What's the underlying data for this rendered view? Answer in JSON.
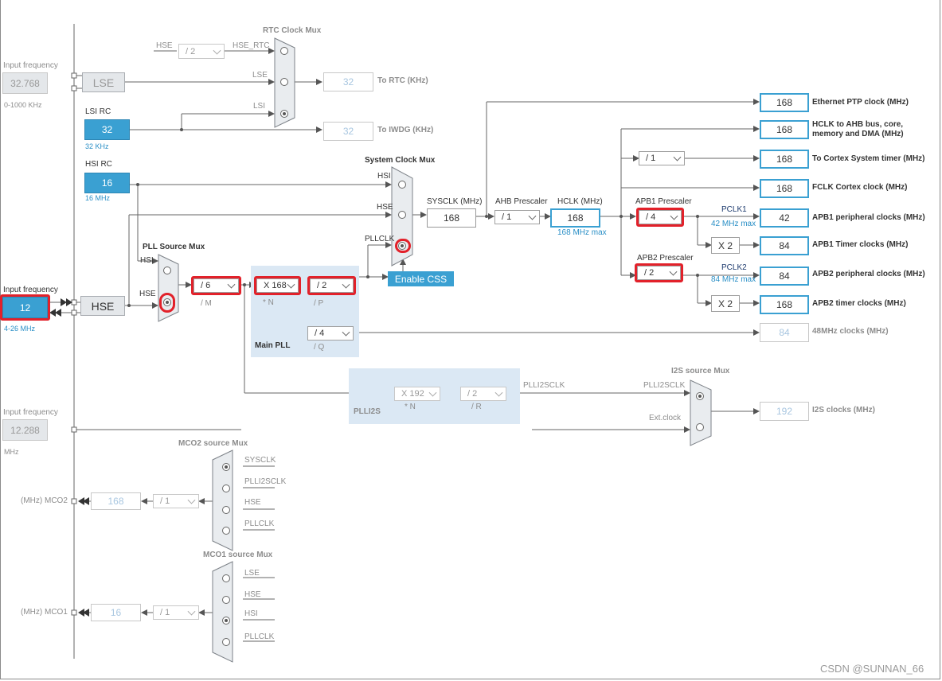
{
  "sources": {
    "lse_input_label": "Input frequency",
    "lse_input_value": "32.768",
    "lse_range": "0-1000 KHz",
    "lse_label": "LSE",
    "lsi_title": "LSI RC",
    "lsi_value": "32",
    "lsi_unit": "32 KHz",
    "hsi_title": "HSI RC",
    "hsi_value": "16",
    "hsi_unit": "16 MHz",
    "hse_input_label": "Input frequency",
    "hse_input_value": "12",
    "hse_range": "4-26 MHz",
    "hse_label": "HSE",
    "ext_input_label": "Input frequency",
    "ext_input_value": "12.288",
    "ext_unit": "MHz"
  },
  "rtc": {
    "title": "RTC Clock Mux",
    "hse_in": "HSE",
    "div": "/ 2",
    "hse_rtc": "HSE_RTC",
    "lse_in": "LSE",
    "lsi_in": "LSI",
    "rtc_value": "32",
    "rtc_out": "To RTC (KHz)",
    "iwdg_value": "32",
    "iwdg_out": "To IWDG (KHz)"
  },
  "sysmux": {
    "title": "System Clock Mux",
    "hsi": "HSI",
    "hse": "HSE",
    "pllclk": "PLLCLK",
    "enable_css": "Enable CSS"
  },
  "pll": {
    "src_title": "PLL Source Mux",
    "hsi": "HSI",
    "hse": "HSE",
    "m_value": "/ 6",
    "m_label": "/ M",
    "n_value": "X 168",
    "n_label": "* N",
    "p_value": "/ 2",
    "p_label": "/ P",
    "q_value": "/ 4",
    "q_label": "/ Q",
    "main_label": "Main PLL"
  },
  "sysclk": {
    "label": "SYSCLK (MHz)",
    "value": "168",
    "ahb_label": "AHB Prescaler",
    "ahb_value": "/ 1",
    "hclk_label": "HCLK (MHz)",
    "hclk_value": "168",
    "hclk_max": "168 MHz max"
  },
  "apb": {
    "apb1_label": "APB1 Prescaler",
    "apb1_value": "/ 4",
    "pclk1": "PCLK1",
    "pclk1_max": "42 MHz max",
    "apb2_label": "APB2 Prescaler",
    "apb2_value": "/ 2",
    "pclk2": "PCLK2",
    "pclk2_max": "84 MHz max",
    "cortex_div": "/ 1",
    "x2a": "X 2",
    "x2b": "X 2"
  },
  "outputs": [
    {
      "value": "168",
      "label": "Ethernet PTP clock (MHz)"
    },
    {
      "value": "168",
      "label": "HCLK to AHB bus, core, memory and DMA (MHz)"
    },
    {
      "value": "168",
      "label": "To Cortex System timer (MHz)"
    },
    {
      "value": "168",
      "label": "FCLK Cortex clock (MHz)"
    },
    {
      "value": "42",
      "label": "APB1 peripheral clocks (MHz)"
    },
    {
      "value": "84",
      "label": "APB1 Timer clocks (MHz)"
    },
    {
      "value": "84",
      "label": "APB2 peripheral clocks (MHz)"
    },
    {
      "value": "168",
      "label": "APB2 timer clocks (MHz)"
    },
    {
      "value": "84",
      "label": "48MHz clocks (MHz)"
    },
    {
      "value": "192",
      "label": "I2S clocks (MHz)"
    }
  ],
  "plli2s": {
    "n_value": "X 192",
    "n_label": "* N",
    "r_value": "/ 2",
    "r_label": "/ R",
    "label": "PLLI2S",
    "out": "PLLI2SCLK"
  },
  "i2s": {
    "title": "I2S source Mux",
    "plli2sclk": "PLLI2SCLK",
    "ext": "Ext.clock"
  },
  "mco2": {
    "title": "MCO2 source Mux",
    "inputs": [
      "SYSCLK",
      "PLLI2SCLK",
      "HSE",
      "PLLCLK"
    ],
    "div": "/ 1",
    "value": "168",
    "out": "(MHz) MCO2"
  },
  "mco1": {
    "title": "MCO1 source Mux",
    "inputs": [
      "LSE",
      "HSE",
      "HSI",
      "PLLCLK"
    ],
    "div": "/ 1",
    "value": "16",
    "out": "(MHz) MCO1"
  },
  "watermark": "CSDN @SUNNAN_66",
  "colors": {
    "accent": "#3aa0d2",
    "highlight": "#e2212a",
    "pll_zone": "#dbe8f4"
  }
}
